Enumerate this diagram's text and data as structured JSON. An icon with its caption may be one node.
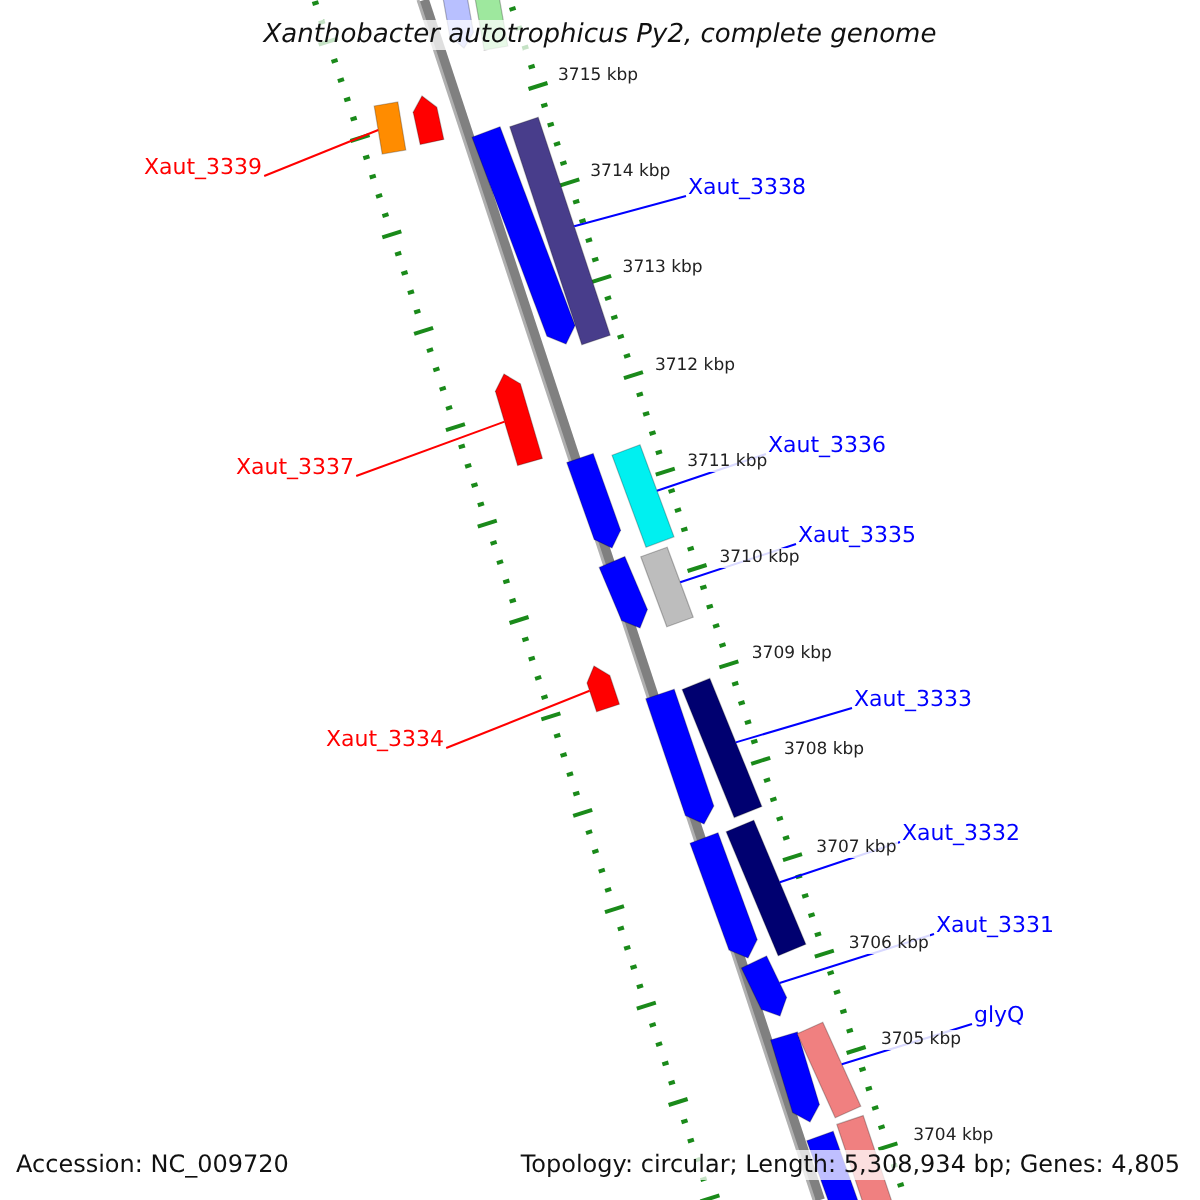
{
  "diagram": {
    "title": "Xanthobacter autotrophicus Py2, complete genome",
    "nodes": [
      {
        "text": [
          "Xaut_3339"
        ]
      },
      {
        "text": [
          "Xaut_3338"
        ]
      },
      {
        "text": [
          "Xaut_3337"
        ]
      },
      {
        "text": [
          "Xaut_3336"
        ]
      },
      {
        "text": [
          "Xaut_3335"
        ]
      },
      {
        "text": [
          "Xaut_3334"
        ]
      },
      {
        "text": [
          "Xaut_3333"
        ]
      },
      {
        "text": [
          "Xaut_3332"
        ]
      },
      {
        "text": [
          "Xaut_3331"
        ]
      },
      {
        "text": [
          "glyQ"
        ]
      },
      {
        "text": [],
        "shape": "bar"
      },
      {
        "text": [],
        "shape": "bar"
      },
      {
        "text": [],
        "shape": "bar"
      },
      {
        "text": [],
        "shape": "bar"
      },
      {
        "text": [],
        "shape": "bar"
      },
      {
        "text": [],
        "shape": "bar"
      },
      {
        "text": [],
        "shape": "bar"
      },
      {
        "text": [],
        "shape": "bar"
      },
      {
        "text": [],
        "shape": "bar"
      },
      {
        "text": [],
        "shape": "bar"
      }
    ],
    "edges": [
      {
        "from": 0,
        "to": 10,
        "arrow": "none",
        "color": "#ff0000"
      },
      {
        "from": 1,
        "to": 11,
        "arrow": "none"
      },
      {
        "from": 2,
        "to": 12,
        "arrow": "none",
        "color": "#ff0000"
      },
      {
        "from": 3,
        "to": 13,
        "arrow": "none"
      },
      {
        "from": 4,
        "to": 14,
        "arrow": "none"
      },
      {
        "from": 5,
        "to": 15,
        "arrow": "none",
        "color": "#ff0000"
      },
      {
        "from": 6,
        "to": 16,
        "arrow": "none"
      },
      {
        "from": 7,
        "to": 17,
        "arrow": "none"
      },
      {
        "from": 8,
        "to": 18,
        "arrow": "none"
      },
      {
        "from": 9,
        "to": 19,
        "arrow": "none"
      }
    ],
    "labels": [
      "3715 kbp",
      "3714 kbp",
      "3713 kbp",
      "3712 kbp",
      "3711 kbp",
      "3710 kbp",
      "3709 kbp",
      "3708 kbp",
      "3707 kbp",
      "3706 kbp",
      "3705 kbp",
      "3704 kbp",
      "Accession: NC_009720",
      "Topology: circular; Length: 5,308,934 bp; Genes: 4,805"
    ]
  }
}
